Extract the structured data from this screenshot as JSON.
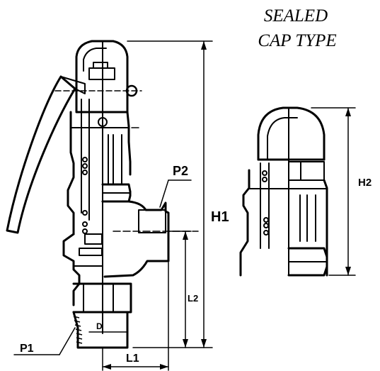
{
  "title_line1": "SEALED",
  "title_line2": "CAP TYPE",
  "labels": {
    "h1": "H1",
    "h2": "H2",
    "l1": "L1",
    "l2": "L2",
    "p1": "P1",
    "p2": "P2",
    "d": "D"
  },
  "colors": {
    "ink": "#000000",
    "paper": "#ffffff"
  }
}
